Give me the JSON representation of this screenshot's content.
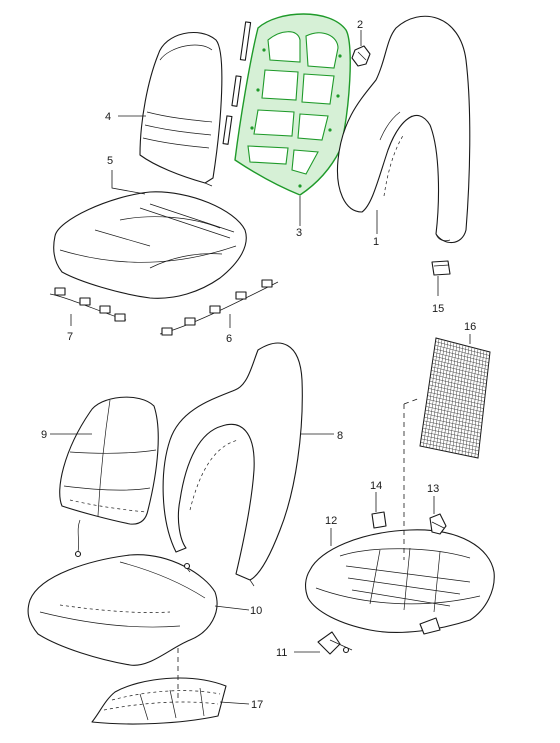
{
  "diagram": {
    "highlight_color": "#1f9a2a",
    "line_color": "#1a1a1a",
    "callouts": {
      "c1": "1",
      "c2": "2",
      "c3": "3",
      "c4": "4",
      "c5": "5",
      "c6": "6",
      "c7": "7",
      "c8": "8",
      "c9": "9",
      "c10": "10",
      "c11": "11",
      "c12": "12",
      "c13": "13",
      "c14": "14",
      "c15": "15",
      "c16": "16",
      "c17": "17"
    }
  }
}
